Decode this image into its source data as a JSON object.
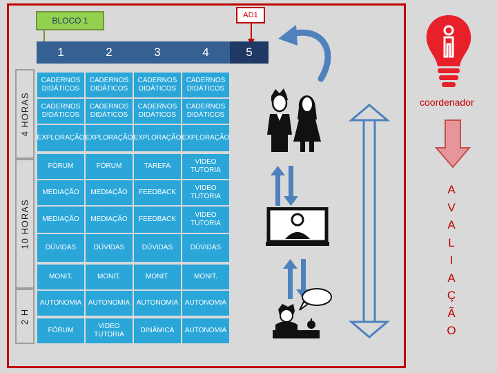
{
  "bloco_label": "BLOCO 1",
  "ad_label": "AD1",
  "columns": [
    "1",
    "2",
    "3",
    "4",
    "5"
  ],
  "side_labels": {
    "hours4": "4 HORAS",
    "hours10": "10 HORAS",
    "hours2": "2 H"
  },
  "rows": [
    [
      "CADERNOS DIDÁTICOS",
      "CADERNOS DIDÁTICOS",
      "CADERNOS DIDÁTICOS",
      "CADERNOS DIDÁTICOS"
    ],
    [
      "CADERNOS DIDÁTICOS",
      "CADERNOS DIDÁTICOS",
      "CADERNOS DIDÁTICOS",
      "CADERNOS DIDÁTICOS"
    ],
    [
      "EXPLORAÇÃO",
      "EXPLORAÇÃO",
      "EXPLORAÇÃO",
      "EXPLORAÇÃO"
    ],
    [
      "FÓRUM",
      "FÓRUM",
      "TAREFA",
      "VIDEO TUTORIA"
    ],
    [
      "MEDIAÇÃO",
      "MEDIAÇÃO",
      "FEEDBACK",
      "VIDEO TUTORIA"
    ],
    [
      "MEDIAÇÃO",
      "MEDIAÇÃO",
      "FEEDBACK",
      "VIDEO TUTORIA"
    ],
    [
      "DÚVIDAS",
      "DÚVIDAS",
      "DÚVIDAS",
      "DÚVIDAS"
    ],
    [
      "MONIT.",
      "MONIT.",
      "MONIT.",
      "MONIT."
    ],
    [
      "AUTONOMIA",
      "AUTONOMIA",
      "AUTONOMIA",
      "AUTONOMIA"
    ],
    [
      "FÓRUM",
      "VIDEO TUTORIA",
      "DINÂMICA",
      "AUTONOMIA"
    ]
  ],
  "coordinator_label": "coordenador",
  "avaliacao_letters": [
    "A",
    "V",
    "A",
    "L",
    "I",
    "A",
    "Ç",
    "Ã",
    "O"
  ],
  "colors": {
    "cell": "#2aa6d9",
    "header": "#366092",
    "red": "#c00000",
    "green": "#92d050",
    "blue_arrow": "#4f81bd"
  },
  "icons": [
    "lightbulb-icon",
    "people-icon",
    "monitor-person-icon",
    "person-at-desk-icon",
    "speech-bubble-icon",
    "double-arrow-icon",
    "curved-arrow-icon",
    "down-arrow-icon"
  ]
}
